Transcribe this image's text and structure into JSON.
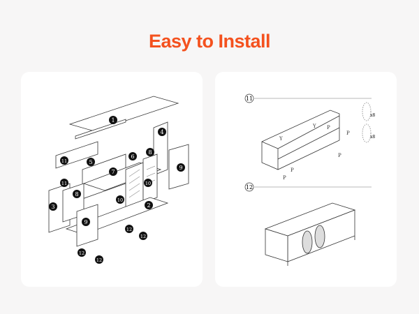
{
  "title": "Easy to Install",
  "left_panel": {
    "part_numbers": [
      "1",
      "4",
      "11",
      "6",
      "8",
      "9",
      "5",
      "7",
      "11",
      "8",
      "3",
      "10",
      "10",
      "2",
      "9",
      "12",
      "12",
      "12",
      "12"
    ]
  },
  "right_panel": {
    "step_a": "11",
    "step_b": "12",
    "label_p": "P",
    "label_y": "Y",
    "qty_a": "x8",
    "qty_b": "x8"
  }
}
